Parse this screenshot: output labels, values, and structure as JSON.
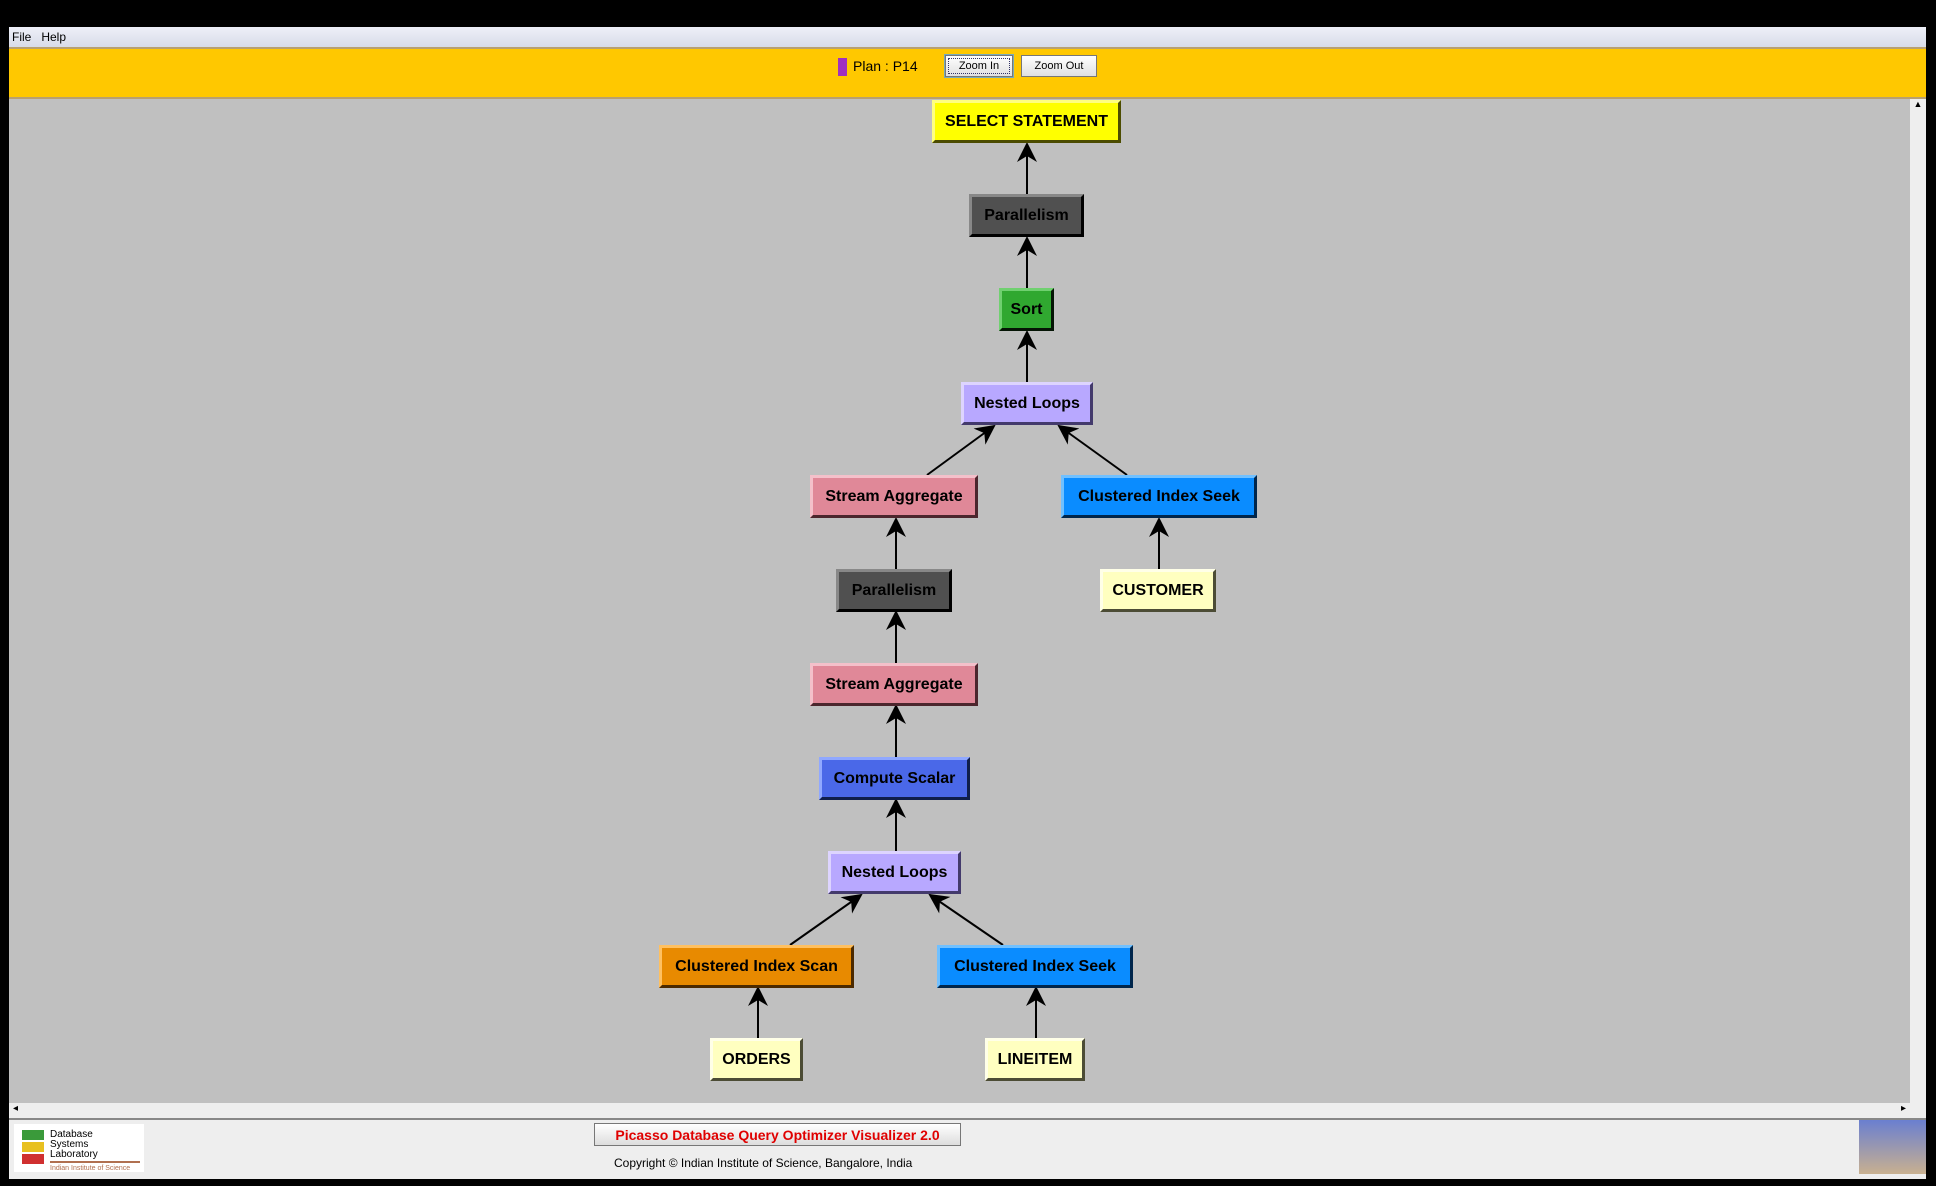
{
  "menu": {
    "file": "File",
    "help": "Help"
  },
  "toolbar": {
    "plan_label": "Plan : P14",
    "zoom_in": "Zoom In",
    "zoom_out": "Zoom Out",
    "plan_color": "#a030c0"
  },
  "plan_nodes": {
    "select": "SELECT STATEMENT",
    "parallelism1": "Parallelism",
    "sort": "Sort",
    "nested_loops1": "Nested Loops",
    "stream_aggregate1": "Stream Aggregate",
    "clustered_index_seek1": "Clustered Index Seek",
    "customer": "CUSTOMER",
    "parallelism2": "Parallelism",
    "stream_aggregate2": "Stream Aggregate",
    "compute_scalar": "Compute Scalar",
    "nested_loops2": "Nested Loops",
    "clustered_index_scan": "Clustered Index Scan",
    "clustered_index_seek2": "Clustered Index Seek",
    "orders": "ORDERS",
    "lineitem": "LINEITEM"
  },
  "footer": {
    "title": "Picasso Database Query Optimizer Visualizer 2.0",
    "copyright": "Copyright © Indian Institute of Science, Bangalore, India",
    "dsl_logo": "Database Systems Laboratory Indian Institute of Science"
  }
}
